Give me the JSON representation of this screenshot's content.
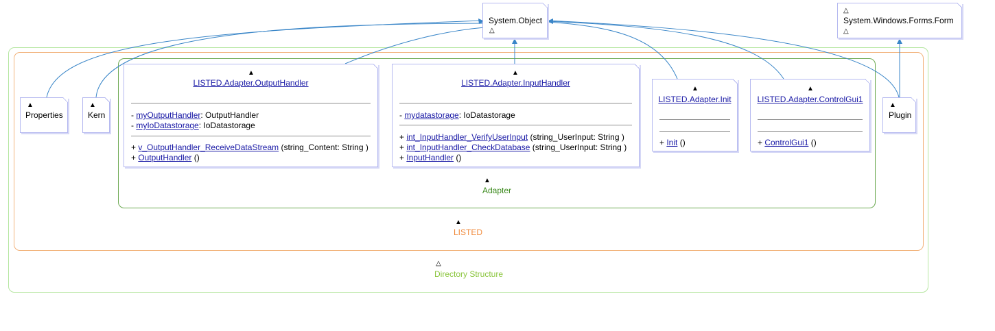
{
  "packages": {
    "directory_structure": "Directory Structure",
    "listed": "LISTED",
    "adapter": "Adapter"
  },
  "externals": {
    "system_object": "System.Object",
    "forms_form": "System.Windows.Forms.Form"
  },
  "nodes": {
    "properties": "Properties",
    "kern": "Kern",
    "plugin": "Plugin"
  },
  "classes": {
    "output_handler": {
      "title": "LISTED.Adapter.OutputHandler",
      "attributes": [
        {
          "prefix": "- ",
          "name": "myOutputHandler",
          "rest": ": OutputHandler"
        },
        {
          "prefix": "- ",
          "name": "myIoDatastorage",
          "rest": ": IoDatastorage"
        }
      ],
      "operations": [
        {
          "prefix": "+ ",
          "name": "v_OutputHandler_ReceiveDataStream",
          "rest": " (string_Content: String )"
        },
        {
          "prefix": "+ ",
          "name": "OutputHandler",
          "rest": " ()"
        }
      ]
    },
    "input_handler": {
      "title": "LISTED.Adapter.InputHandler",
      "attributes": [
        {
          "prefix": "- ",
          "name": "mydatastorage",
          "rest": ": IoDatastorage"
        }
      ],
      "operations": [
        {
          "prefix": "+ ",
          "name": "int_InputHandler_VerifyUserInput",
          "rest": " (string_UserInput: String )"
        },
        {
          "prefix": "+ ",
          "name": "int_InputHandler_CheckDatabase",
          "rest": " (string_UserInput: String )"
        },
        {
          "prefix": "+ ",
          "name": "InputHandler",
          "rest": " ()"
        }
      ]
    },
    "init": {
      "title": "LISTED.Adapter.Init",
      "operations": [
        {
          "prefix": "+ ",
          "name": "Init",
          "rest": " ()"
        }
      ]
    },
    "control_gui": {
      "title": "LISTED.Adapter.ControlGui1",
      "operations": [
        {
          "prefix": "+ ",
          "name": "ControlGui1",
          "rest": " ()"
        }
      ]
    }
  },
  "symbols": {
    "filled_triangle": "▲",
    "hollow_triangle": "△"
  },
  "colors": {
    "directory_structure": "#8cc63f",
    "listed": "#f08a3c",
    "adapter": "#3c8a1e",
    "class_border": "#b4b8f0",
    "link": "#1a1aa6",
    "edge": "#3a86c8"
  }
}
